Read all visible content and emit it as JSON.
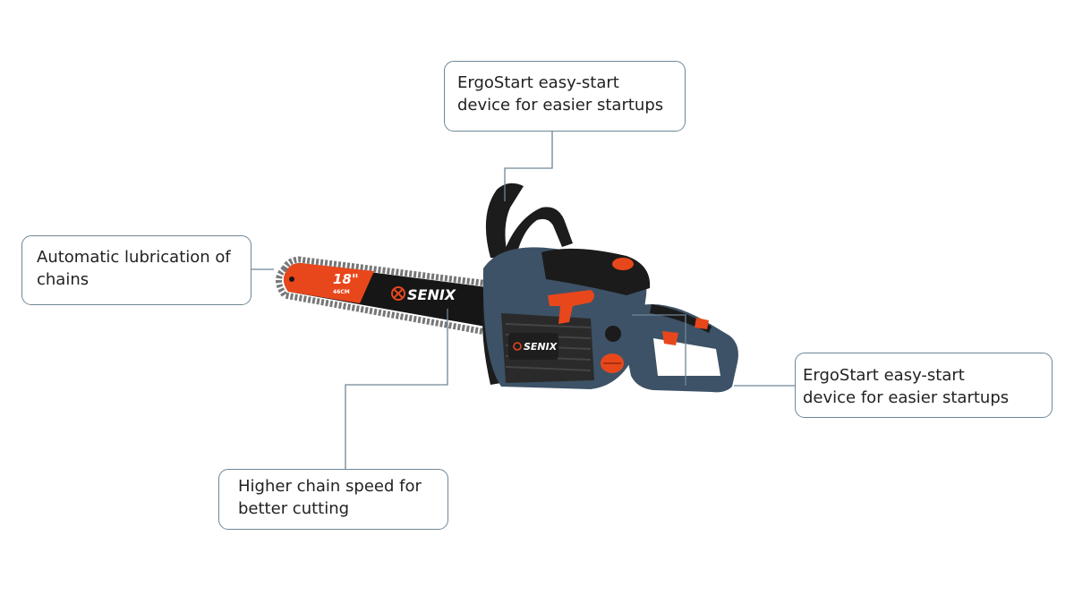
{
  "callouts": {
    "top": {
      "text": "ErgoStart easy-start\ndevice for easier startups"
    },
    "left": {
      "text": "Automatic lubrication of\nchains"
    },
    "right": {
      "text": "ErgoStart easy-start\ndevice for easier startups"
    },
    "bottom": {
      "text": "Higher chain speed for\nbetter cutting"
    }
  },
  "product": {
    "brand": "SENIX",
    "bar_size": "18\"",
    "bar_size_metric": "46CM"
  },
  "colors": {
    "accent_orange": "#e8471c",
    "body_blue": "#3d5266",
    "black": "#161616",
    "callout_border": "#6e8796"
  }
}
